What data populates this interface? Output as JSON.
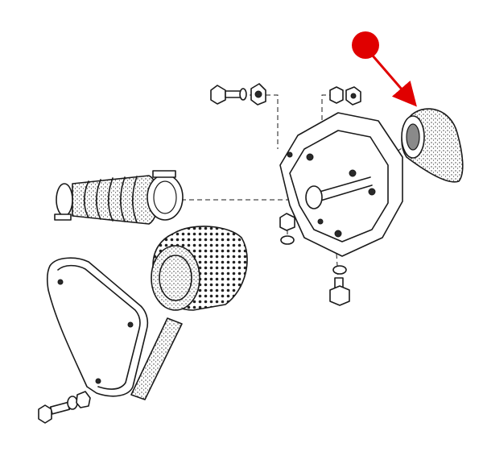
{
  "diagram": {
    "type": "exploded-parts-diagram",
    "highlight_marker": {
      "color": "#e00000",
      "icon": "red-pin-arrow",
      "points_to": "intake-cap"
    },
    "line_color": "#1a1a1a",
    "background": "#ffffff"
  }
}
